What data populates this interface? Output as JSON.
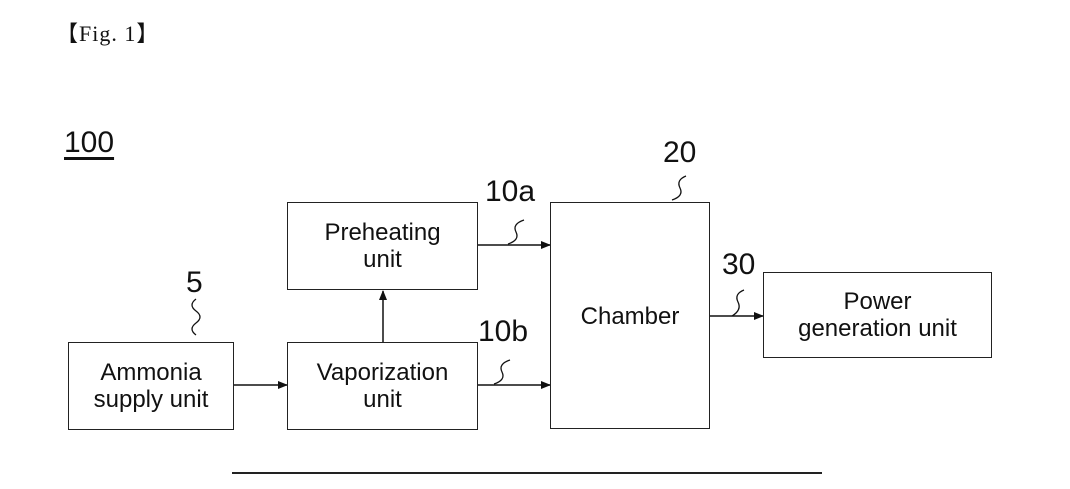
{
  "figure": {
    "label": "【Fig. 1】",
    "system_ref": "100"
  },
  "blocks": {
    "ammonia_supply": {
      "label": "Ammonia\nsupply unit",
      "ref": "5"
    },
    "vaporization": {
      "label": "Vaporization\nunit",
      "ref": ""
    },
    "preheating": {
      "label": "Preheating\nunit",
      "ref": ""
    },
    "chamber": {
      "label": "Chamber",
      "ref": "20"
    },
    "power_generation": {
      "label": "Power\ngeneration unit",
      "ref": "30"
    }
  },
  "connections": {
    "preheat_to_chamber": {
      "ref": "10a"
    },
    "vapor_to_chamber": {
      "ref": "10b"
    }
  }
}
